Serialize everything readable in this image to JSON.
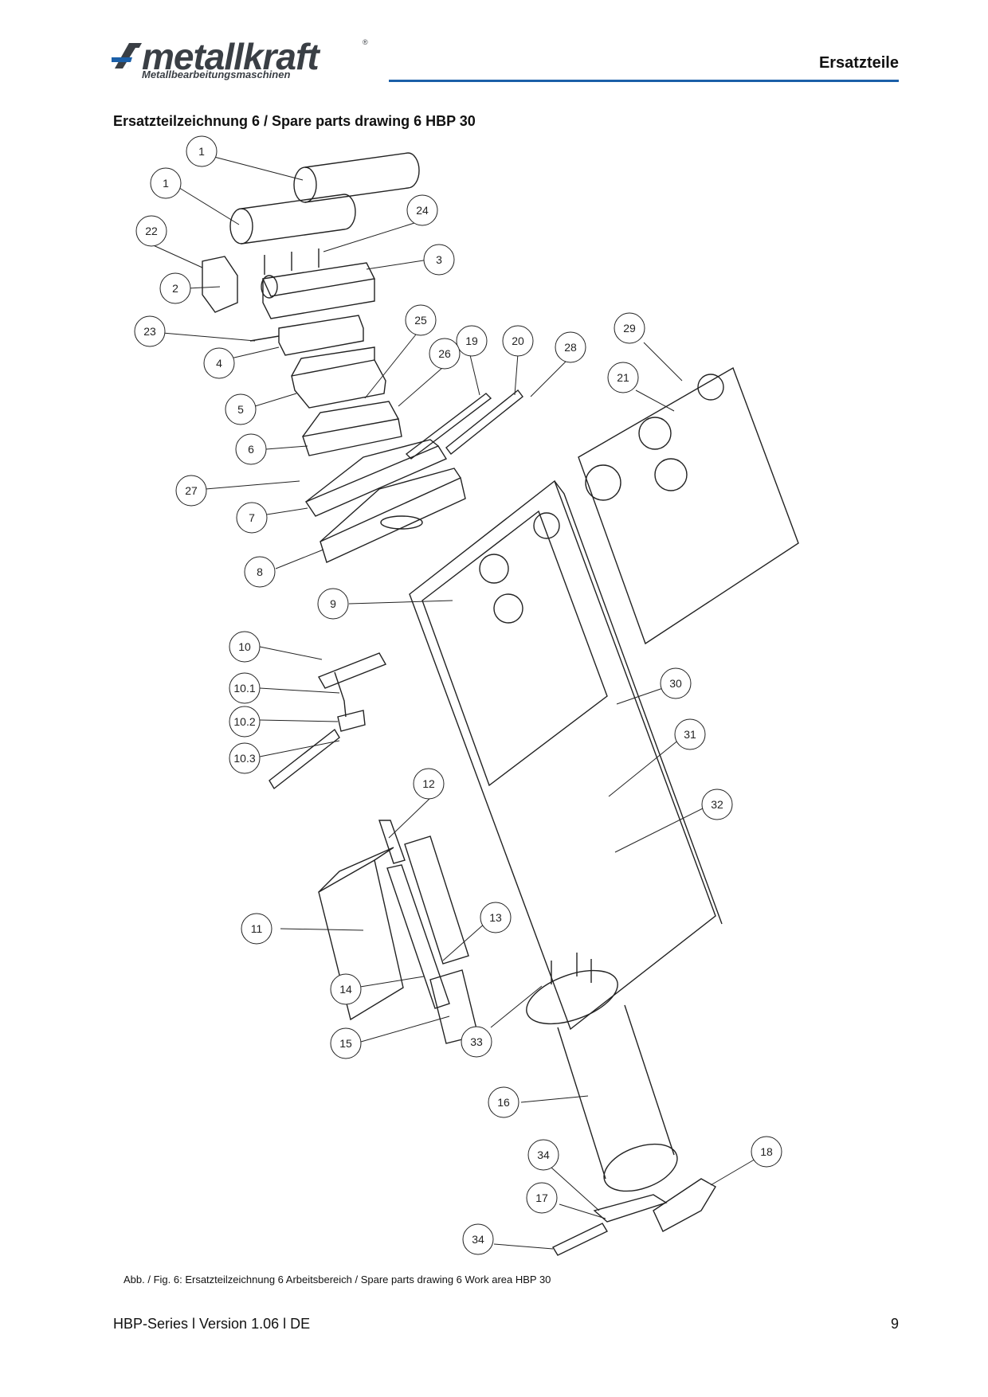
{
  "header": {
    "logo_text": "metallkraft",
    "logo_subtitle": "Metallbearbeitungsmaschinen",
    "logo_registered": "®",
    "section": "Ersatzteile",
    "accent_color": "#1b5fa8"
  },
  "title": "Ersatzteilzeichnung 6 / Spare parts drawing 6 HBP 30",
  "callouts": [
    "1",
    "1",
    "24",
    "22",
    "3",
    "2",
    "23",
    "25",
    "4",
    "19",
    "20",
    "28",
    "29",
    "26",
    "21",
    "5",
    "6",
    "27",
    "7",
    "8",
    "9",
    "10",
    "10.1",
    "10.2",
    "10.3",
    "30",
    "31",
    "12",
    "32",
    "11",
    "13",
    "14",
    "33",
    "15",
    "16",
    "34",
    "18",
    "17",
    "34"
  ],
  "caption": "Abb. / Fig. 6: Ersatzteilzeichnung 6 Arbeitsbereich / Spare parts drawing 6 Work area HBP 30",
  "footer": {
    "document": "HBP-Series l Version 1.06 l DE",
    "page": "9"
  }
}
